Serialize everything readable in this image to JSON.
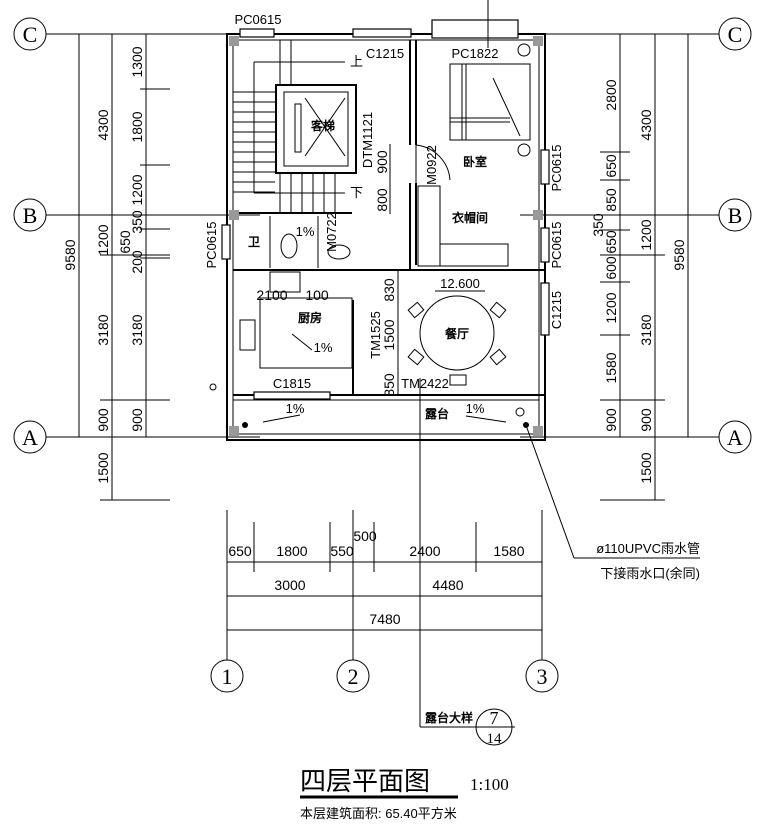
{
  "axes": {
    "rows": [
      "C",
      "B",
      "A"
    ],
    "cols": [
      "1",
      "2",
      "3"
    ]
  },
  "left_dims": {
    "outer": "9580",
    "mid": [
      "4300",
      "1200",
      "3180",
      "900",
      "1500"
    ],
    "inner": [
      "1300",
      "1800",
      "1200",
      "350",
      "650",
      "200",
      "3180",
      "900"
    ]
  },
  "right_dims": {
    "outer": "9580",
    "mid": [
      "4300",
      "1200",
      "3180",
      "900",
      "1500"
    ],
    "inner": [
      "2800",
      "650",
      "850",
      "350",
      "650",
      "600",
      "1200",
      "1580",
      "900"
    ]
  },
  "bottom_dims": {
    "row1": [
      "650",
      "1800",
      "550",
      "500",
      "2400",
      "1580"
    ],
    "row2": [
      "3000",
      "4480"
    ],
    "row3": "7480"
  },
  "windows": {
    "pc0615_top": "PC0615",
    "c1215_top": "C1215",
    "pc1822": "PC1822",
    "pc0615_left": "PC0615",
    "pc0615_right1": "PC0615",
    "pc0615_right2": "PC0615",
    "c1215_right": "C1215",
    "c1815": "C1815"
  },
  "doors": {
    "dtm1121": "DTM1121",
    "m0922": "M0922",
    "m0722": "M0722",
    "tm1525": "TM1525",
    "tm2422": "TM2422"
  },
  "rooms": {
    "elevator": "客梯",
    "bedroom": "卧室",
    "closet": "衣帽间",
    "bath": "卫",
    "kitchen": "厨房",
    "dining": "餐厅",
    "terrace": "露台"
  },
  "stairs": {
    "up": "上",
    "down": "下"
  },
  "inner_dims": {
    "d900": "900",
    "d800": "800",
    "d830": "830",
    "d1500": "1500",
    "d850": "850",
    "d2100": "2100",
    "d100": "100"
  },
  "slopes": {
    "bath": "1%",
    "kitchen": "1%",
    "terrace_left": "1%",
    "terrace_right": "1%"
  },
  "elevation": "12.600",
  "pipe_note": {
    "line1": "ø110UPVC雨水管",
    "line2": "下接雨水口(余同)"
  },
  "detail_ref": {
    "label": "露台大样",
    "number": "7",
    "sheet": "14"
  },
  "title": {
    "name": "四层平面图",
    "scale": "1:100",
    "area": "本层建筑面积: 65.40平方米"
  }
}
